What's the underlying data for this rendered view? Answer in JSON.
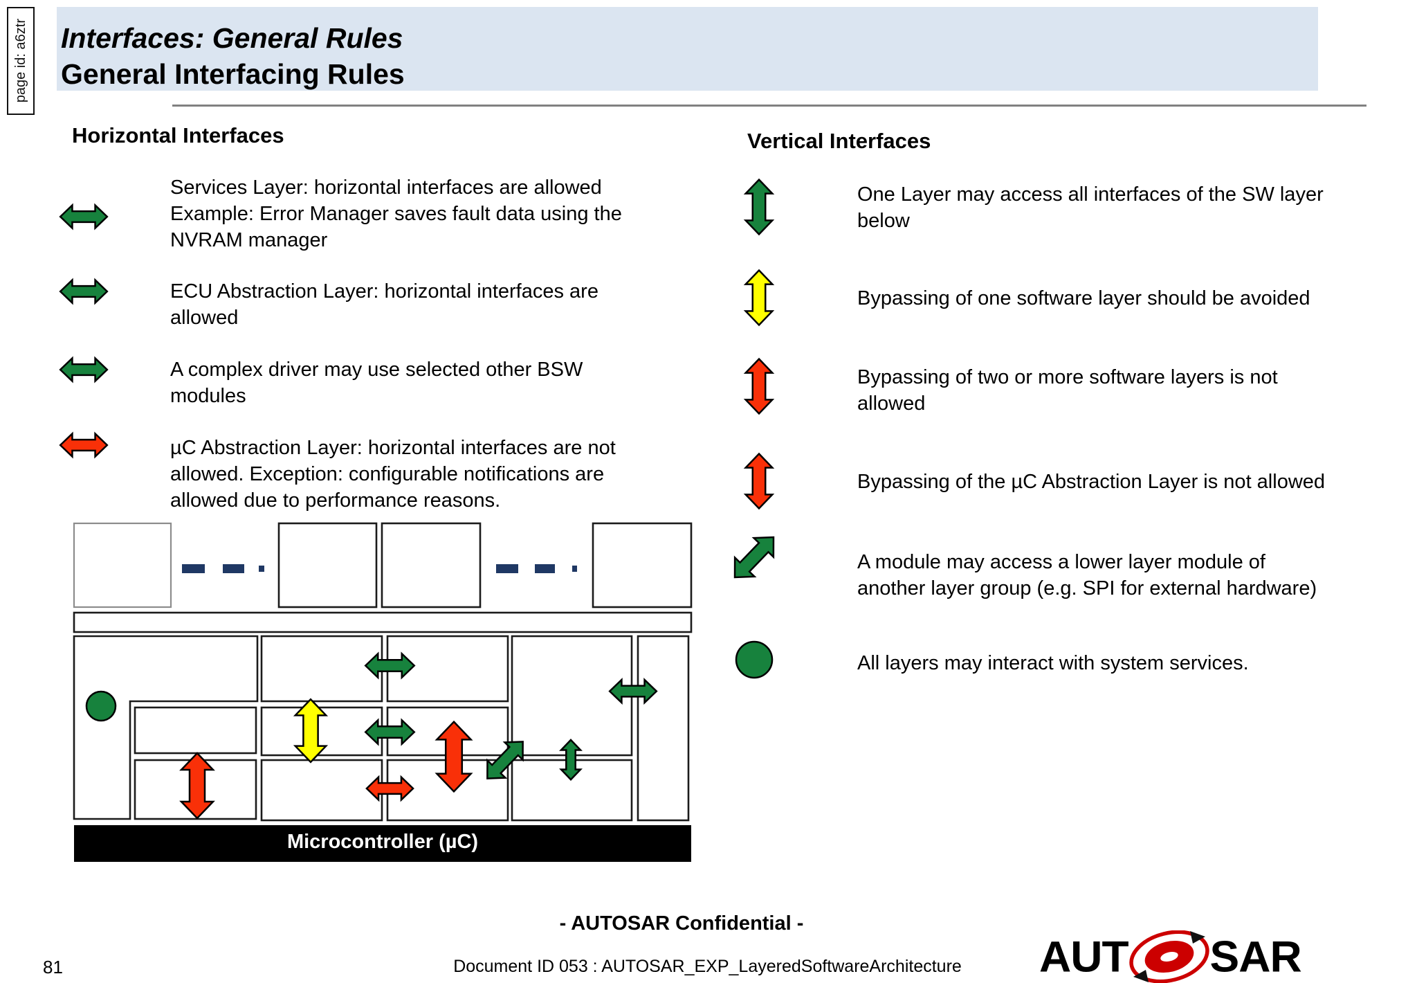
{
  "page_id": "page id: a6ztr",
  "header": {
    "title_line1": "Interfaces: General Rules",
    "title_line2": "General Interfacing Rules"
  },
  "left_section": {
    "heading": "Horizontal Interfaces",
    "items": [
      {
        "icon": "horizontal-double-arrow",
        "color": "green",
        "lines": [
          "Services Layer: horizontal interfaces are allowed",
          "Example: Error Manager saves fault data using the",
          "NVRAM manager"
        ]
      },
      {
        "icon": "horizontal-double-arrow",
        "color": "green",
        "lines": [
          "ECU Abstraction Layer: horizontal interfaces are",
          "allowed"
        ]
      },
      {
        "icon": "horizontal-double-arrow",
        "color": "green",
        "lines": [
          "A complex driver may use selected other BSW",
          "modules"
        ]
      },
      {
        "icon": "horizontal-double-arrow",
        "color": "red",
        "lines": [
          "µC Abstraction Layer: horizontal interfaces are not",
          "allowed. Exception: configurable notifications are",
          "allowed due to performance reasons."
        ]
      }
    ]
  },
  "right_section": {
    "heading": "Vertical Interfaces",
    "items": [
      {
        "icon": "vertical-double-arrow",
        "color": "green",
        "lines": [
          "One Layer may access all interfaces of the SW layer",
          "below"
        ]
      },
      {
        "icon": "vertical-double-arrow",
        "color": "yellow",
        "lines": [
          "Bypassing of one software layer should be avoided"
        ]
      },
      {
        "icon": "vertical-double-arrow",
        "color": "red",
        "lines": [
          "Bypassing of two or more software layers is not",
          "allowed"
        ]
      },
      {
        "icon": "vertical-double-arrow",
        "color": "red",
        "lines": [
          "Bypassing of the µC Abstraction Layer is not allowed"
        ]
      },
      {
        "icon": "diagonal-double-arrow",
        "color": "green",
        "lines": [
          "A module may access a lower layer module of",
          "another layer group (e.g. SPI for external hardware)"
        ]
      },
      {
        "icon": "circle",
        "color": "green",
        "lines": [
          "All layers may interact with system services."
        ]
      }
    ]
  },
  "diagram": {
    "microcontroller_label": "Microcontroller (µC)"
  },
  "footer": {
    "confidential": "- AUTOSAR Confidential -",
    "page_number": "81",
    "document_id": "Document ID 053 : AUTOSAR_EXP_LayeredSoftwareArchitecture"
  },
  "logo": {
    "part1": "AUT",
    "part2": "SAR"
  },
  "colors": {
    "green": "#17823D",
    "red": "#F93008",
    "yellow": "#FFFF00",
    "navy": "#1F3864",
    "black": "#000000",
    "white": "#FFFFFF",
    "title_bg": "#DBE5F1",
    "logo_red": "#CC0000"
  }
}
